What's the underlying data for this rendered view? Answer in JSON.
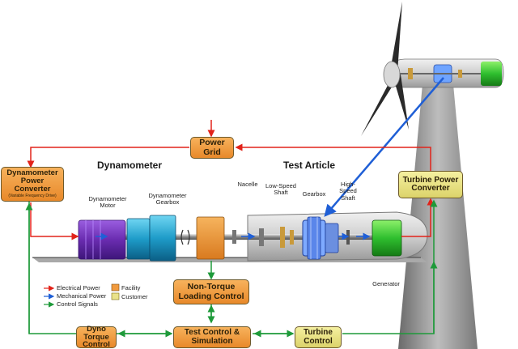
{
  "labels": {
    "power_grid": "Power\nGrid",
    "dynamometer_section": "Dynamometer",
    "test_article_section": "Test Article",
    "dyno_power_converter": "Dynamometer\nPower Converter",
    "dyno_power_converter_sub": "(Variable Frequency Drive)",
    "turbine_power_converter": "Turbine Power\nConverter",
    "dynamometer_motor": "Dynamometer\nMotor",
    "dynamometer_gearbox": "Dynamometer\nGearbox",
    "nacelle": "Nacelle",
    "low_speed_shaft": "Low-Speed\nShaft",
    "gearbox": "Gearbox",
    "high_speed_shaft": "High-\nSpeed\nShaft",
    "generator": "Generator",
    "non_torque_loading_control": "Non-Torque\nLoading Control",
    "dyno_torque_control": "Dyno Torque\nControl",
    "test_control_simulation": "Test Control &\nSimulation",
    "turbine_control": "Turbine\nControl"
  },
  "legend": {
    "electrical_power": "Electrical Power",
    "mechanical_power": "Mechanical Power",
    "control_signals": "Control Signals",
    "facility": "Facility",
    "customer": "Customer"
  },
  "colors": {
    "electrical": "#e2231a",
    "mechanical": "#1f5fd6",
    "control": "#1e9a3a",
    "facility": "#f19a3e",
    "customer": "#e9e28a"
  }
}
